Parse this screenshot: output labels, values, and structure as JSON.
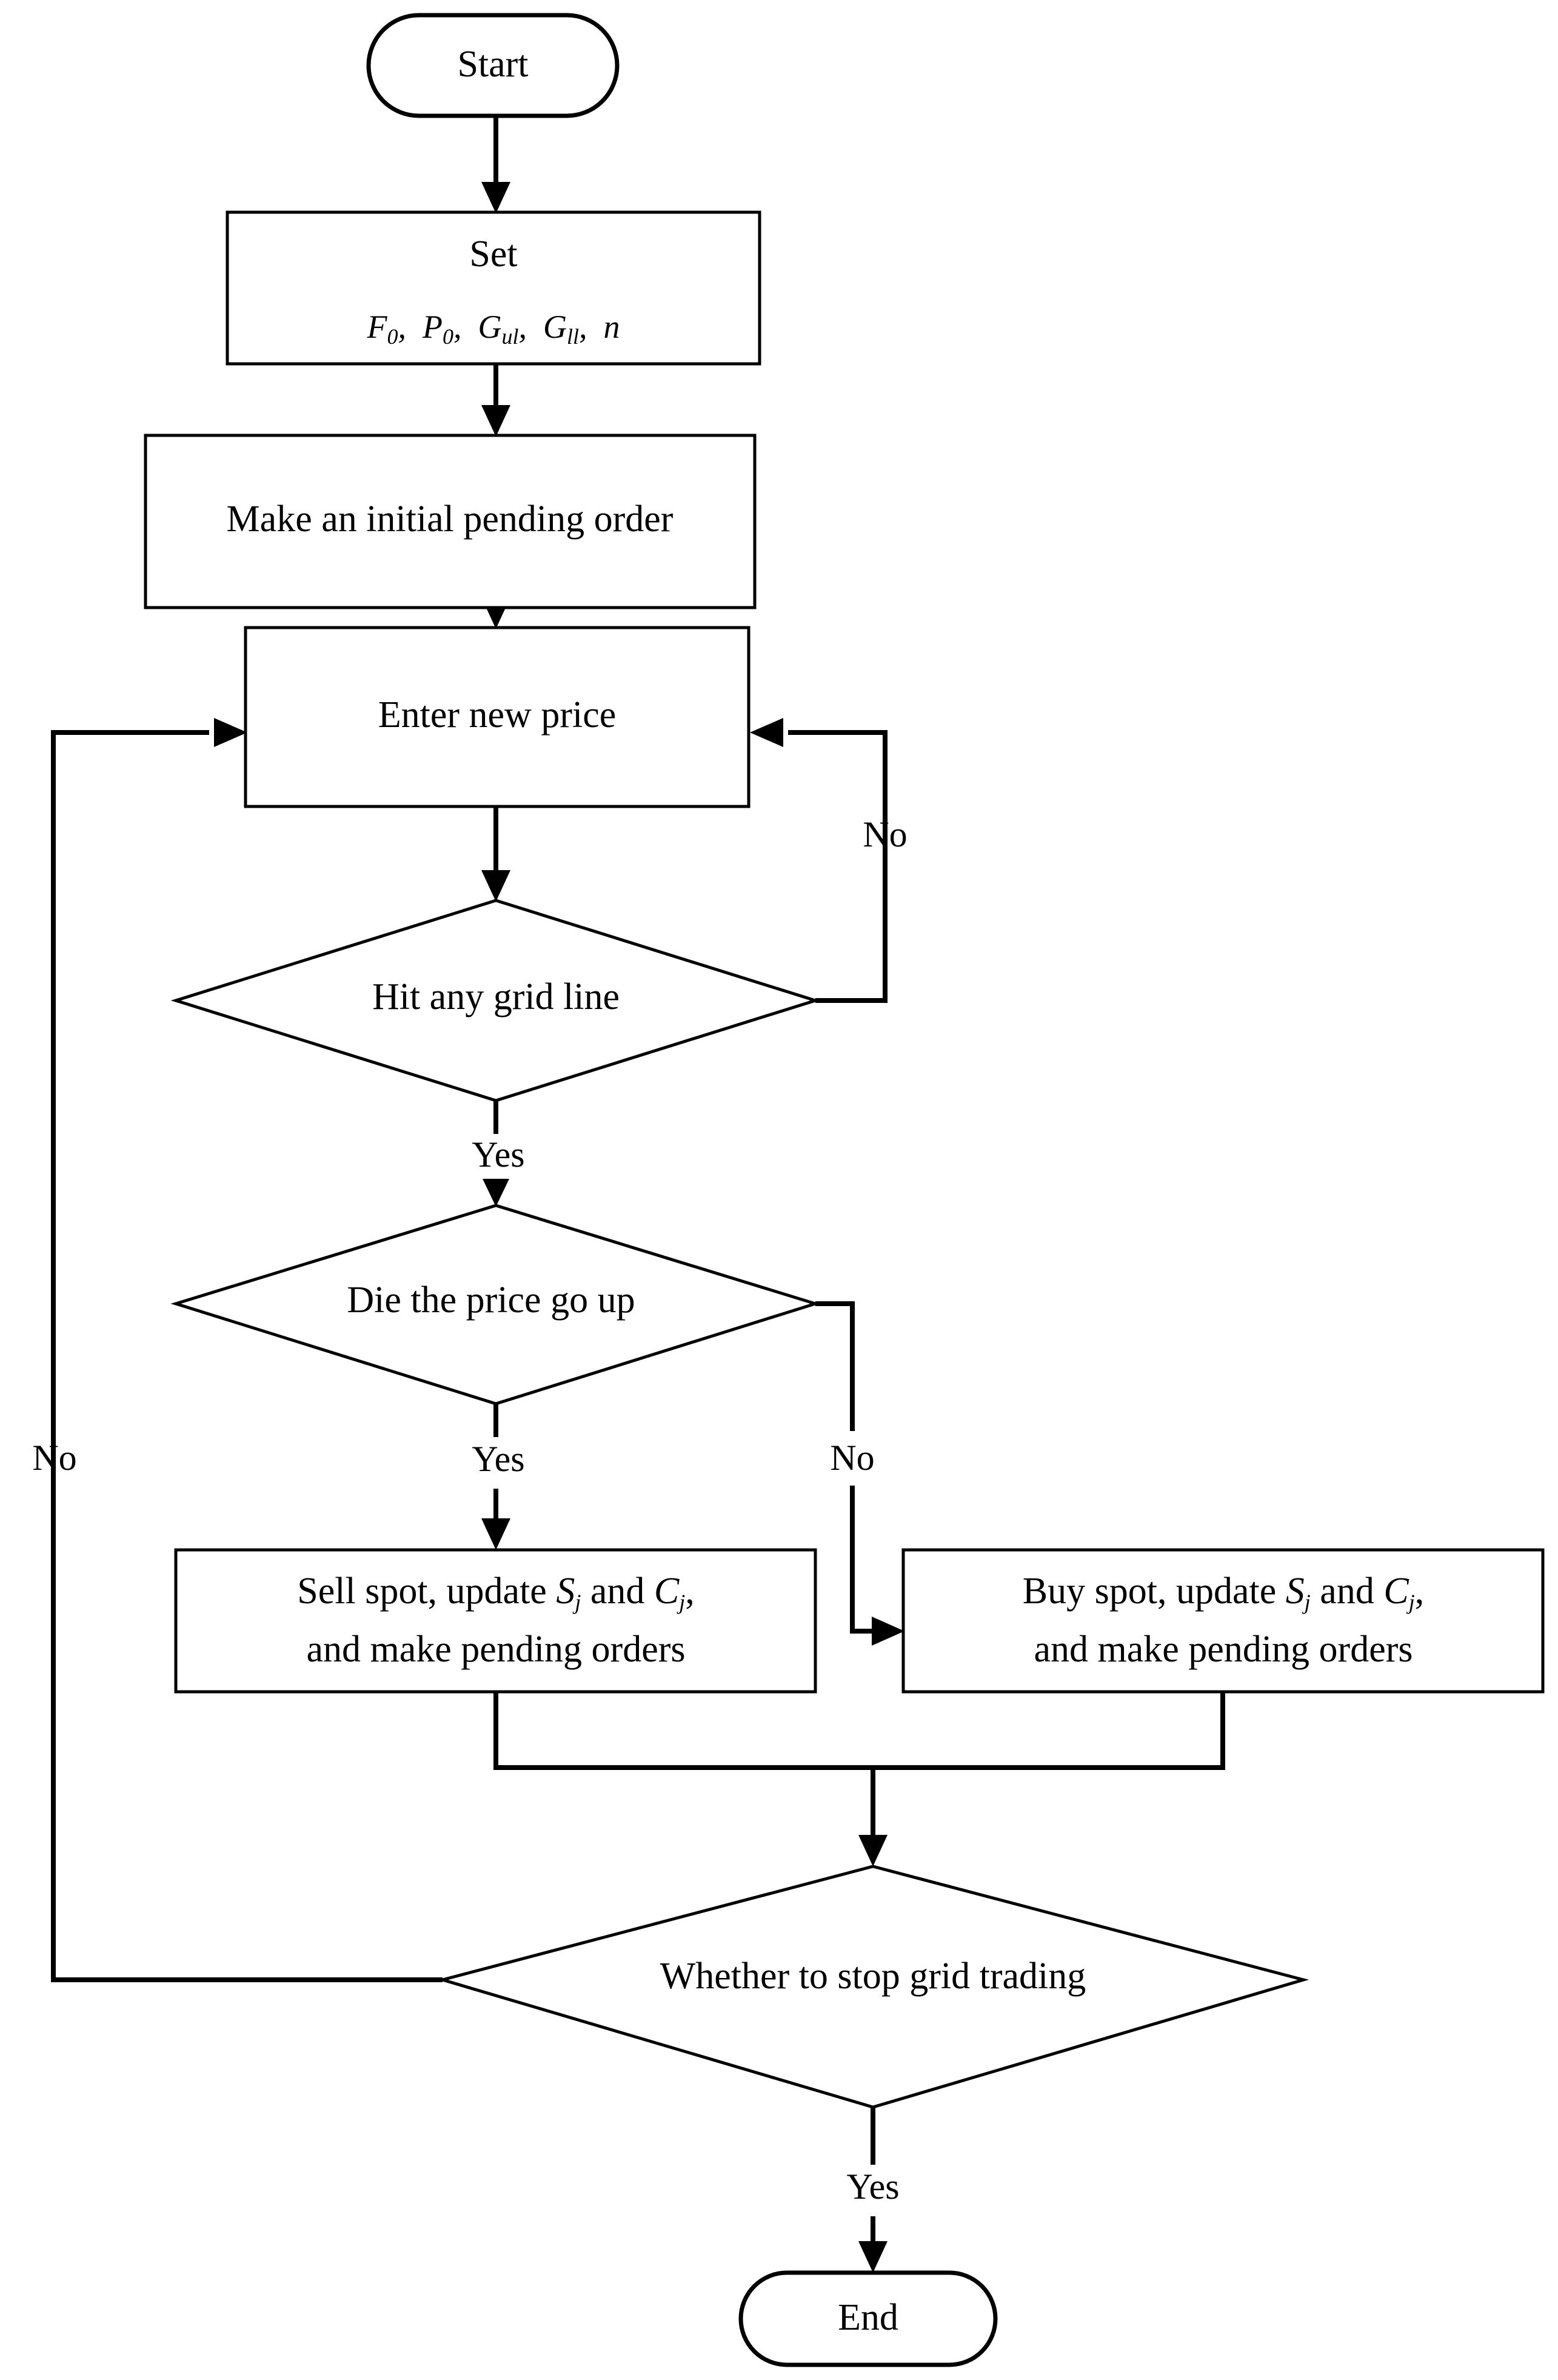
{
  "diagram": {
    "title": "Grid trading algorithm flowchart",
    "type": "flowchart",
    "background_color": "#ffffff",
    "line_color": "#000000",
    "text_color": "#000000"
  },
  "nodes": {
    "start": {
      "label": "Start",
      "shape": "terminator"
    },
    "set": {
      "line1": "Set",
      "line2_parts": [
        {
          "base": "F",
          "sub": "0"
        },
        {
          "base": "P",
          "sub": "0"
        },
        {
          "base": "G",
          "sub": "ul"
        },
        {
          "base": "G",
          "sub": "ll"
        },
        {
          "base": "n",
          "sub": ""
        }
      ],
      "line2_plain": "F0, P0, Gul, Gll, n",
      "shape": "process"
    },
    "initial_order": {
      "label": "Make an initial pending order",
      "shape": "process"
    },
    "enter_price": {
      "label": "Enter new price",
      "shape": "process"
    },
    "hit_grid": {
      "label": "Hit any grid line",
      "shape": "decision"
    },
    "price_up": {
      "label": "Die the price go up",
      "shape": "decision"
    },
    "sell": {
      "line1_pre": "Sell spot, update ",
      "line1_var1": "S",
      "line1_sub1": "j",
      "line1_mid": " and ",
      "line1_var2": "C",
      "line1_sub2": "j",
      "line1_post": ",",
      "line2": "and make pending orders",
      "shape": "process"
    },
    "buy": {
      "line1_pre": "Buy spot, update ",
      "line1_var1": "S",
      "line1_sub1": "j",
      "line1_mid": " and ",
      "line1_var2": "C",
      "line1_sub2": "j",
      "line1_post": ",",
      "line2": "and make pending orders",
      "shape": "process"
    },
    "stop_trading": {
      "label": "Whether to stop grid trading",
      "shape": "decision"
    },
    "end": {
      "label": "End",
      "shape": "terminator"
    }
  },
  "edge_labels": {
    "hit_grid_no": "No",
    "hit_grid_yes": "Yes",
    "price_up_yes": "Yes",
    "price_up_no": "No",
    "stop_no": "No",
    "stop_yes": "Yes"
  }
}
